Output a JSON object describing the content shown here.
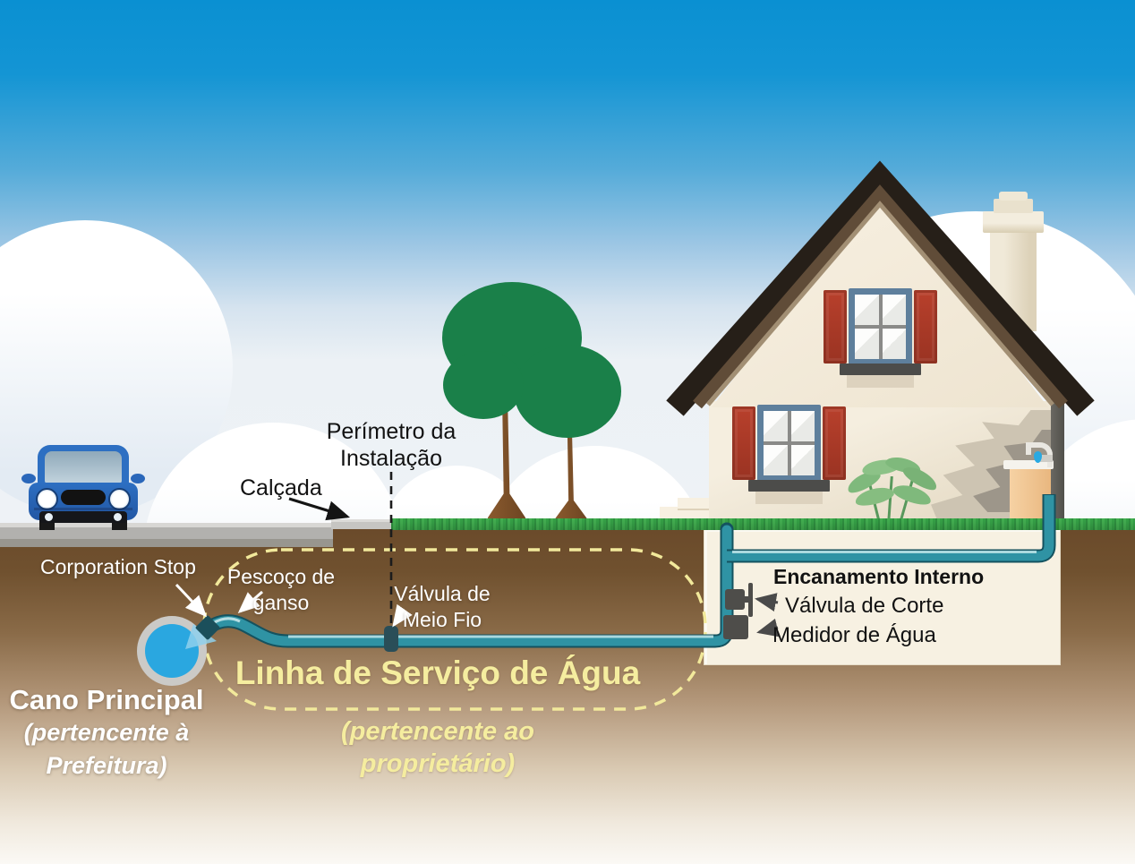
{
  "labels": {
    "corporation_stop": "Corporation Stop",
    "gooseneck_l1": "Pescoço de",
    "gooseneck_l2": "ganso",
    "curb_valve_l1": "Válvula de",
    "curb_valve_l2": "Meio Fio",
    "perimeter_l1": "Perímetro da",
    "perimeter_l2": "Instalação",
    "sidewalk": "Calçada",
    "service_line_title": "Linha de Serviço de Água",
    "service_line_owner_l1": "(pertencente ao",
    "service_line_owner_l2": "proprietário)",
    "main_pipe_title": "Cano Principal",
    "main_pipe_owner_l1": "(pertencente à",
    "main_pipe_owner_l2": "Prefeitura)",
    "internal_plumbing": "Encanamento Interno",
    "shutoff_valve": "Válvula de Corte",
    "water_meter": "Medidor de Água"
  },
  "colors": {
    "sky_top": "#0a90d2",
    "label_yellow": "#f5ed9f",
    "pipe_teal": "#2f93a4",
    "water_blue": "#2aa7e0",
    "earth_brown": "#6a4a2a",
    "grass_green": "#3aa748",
    "house_cream": "#f3ebdb",
    "shutter_red": "#b23b29",
    "roof_brown": "#261f18",
    "car_blue": "#2d6fc2"
  }
}
